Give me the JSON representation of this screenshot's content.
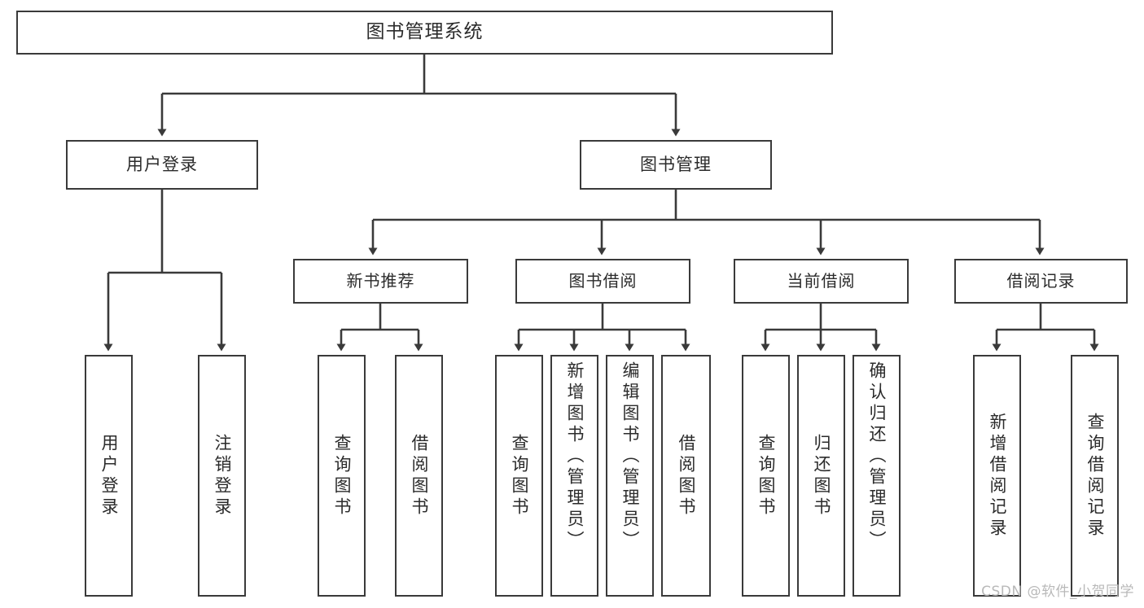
{
  "diagram": {
    "title": "图书管理系统",
    "watermark": "CSDN @软件_小贺同学",
    "colors": {
      "stroke": "#3a3a3a",
      "fill": "#ffffff",
      "text": "#2b2b2b",
      "watermark": "#b9b9b9"
    },
    "root": {
      "label": "图书管理系统"
    },
    "level1": [
      {
        "label": "用户登录"
      },
      {
        "label": "图书管理"
      }
    ],
    "level2": [
      {
        "label": "新书推荐"
      },
      {
        "label": "图书借阅"
      },
      {
        "label": "当前借阅"
      },
      {
        "label": "借阅记录"
      }
    ],
    "leaves": {
      "user_login": [
        {
          "label": "用户登录"
        },
        {
          "label": "注销登录"
        }
      ],
      "new_book": [
        {
          "label": "查询图书"
        },
        {
          "label": "借阅图书"
        }
      ],
      "borrow_book": [
        {
          "label": "查询图书"
        },
        {
          "label": "新增图书（管理员）"
        },
        {
          "label": "编辑图书（管理员）"
        },
        {
          "label": "借阅图书"
        }
      ],
      "current_borrow": [
        {
          "label": "查询图书"
        },
        {
          "label": "归还图书"
        },
        {
          "label": "确认归还（管理员）"
        }
      ],
      "borrow_record": [
        {
          "label": "新增借阅记录"
        },
        {
          "label": "查询借阅记录"
        }
      ]
    }
  }
}
